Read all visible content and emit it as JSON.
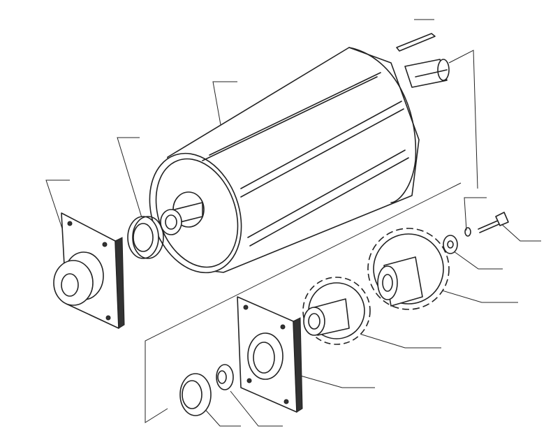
{
  "diagram": {
    "type": "exploded-assembly",
    "parts": [
      "key",
      "shaft",
      "drum",
      "bearing-left",
      "flange-left",
      "washer-small",
      "bolt",
      "washer",
      "sprocket-large",
      "sprocket-small",
      "flange-right",
      "bearing-lower",
      "bushing-lower"
    ],
    "colors": {
      "ink": "#222222",
      "paper": "#ffffff"
    }
  }
}
